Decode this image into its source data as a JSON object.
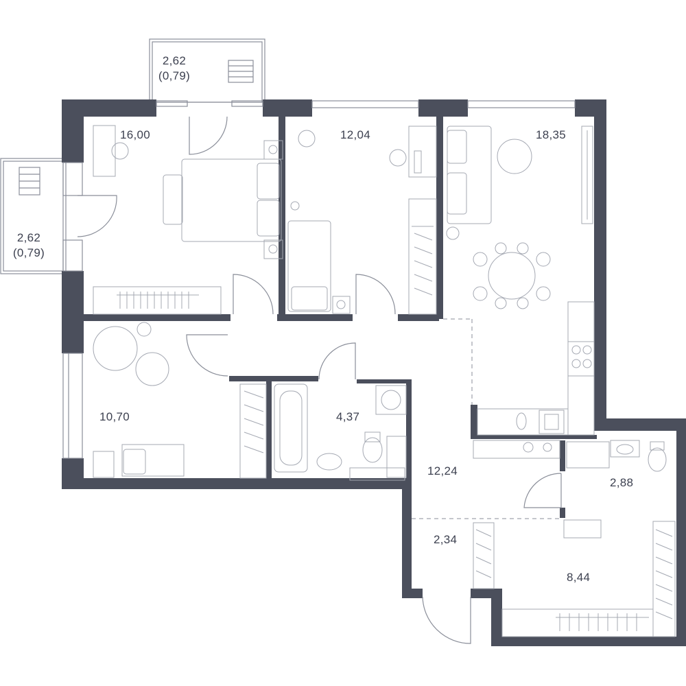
{
  "colors": {
    "wall": "#4b4f5c",
    "line": "#8a8e99",
    "background": "#ffffff",
    "text": "#3d4150"
  },
  "rooms": [
    {
      "id": "bedroom-1",
      "area": "16,00"
    },
    {
      "id": "bedroom-2",
      "area": "12,04"
    },
    {
      "id": "living-kitchen",
      "area": "18,35"
    },
    {
      "id": "bedroom-3",
      "area": "10,70"
    },
    {
      "id": "bathroom",
      "area": "4,37"
    },
    {
      "id": "hallway",
      "area": "12,24"
    },
    {
      "id": "wc",
      "area": "2,88"
    },
    {
      "id": "entrance",
      "area": "2,34"
    },
    {
      "id": "storage-room",
      "area": "8,44"
    }
  ],
  "balconies": [
    {
      "id": "balcony-top",
      "area": "2,62",
      "reduced_area": "(0,79)"
    },
    {
      "id": "balcony-left",
      "area": "2,62",
      "reduced_area": "(0,79)"
    }
  ]
}
